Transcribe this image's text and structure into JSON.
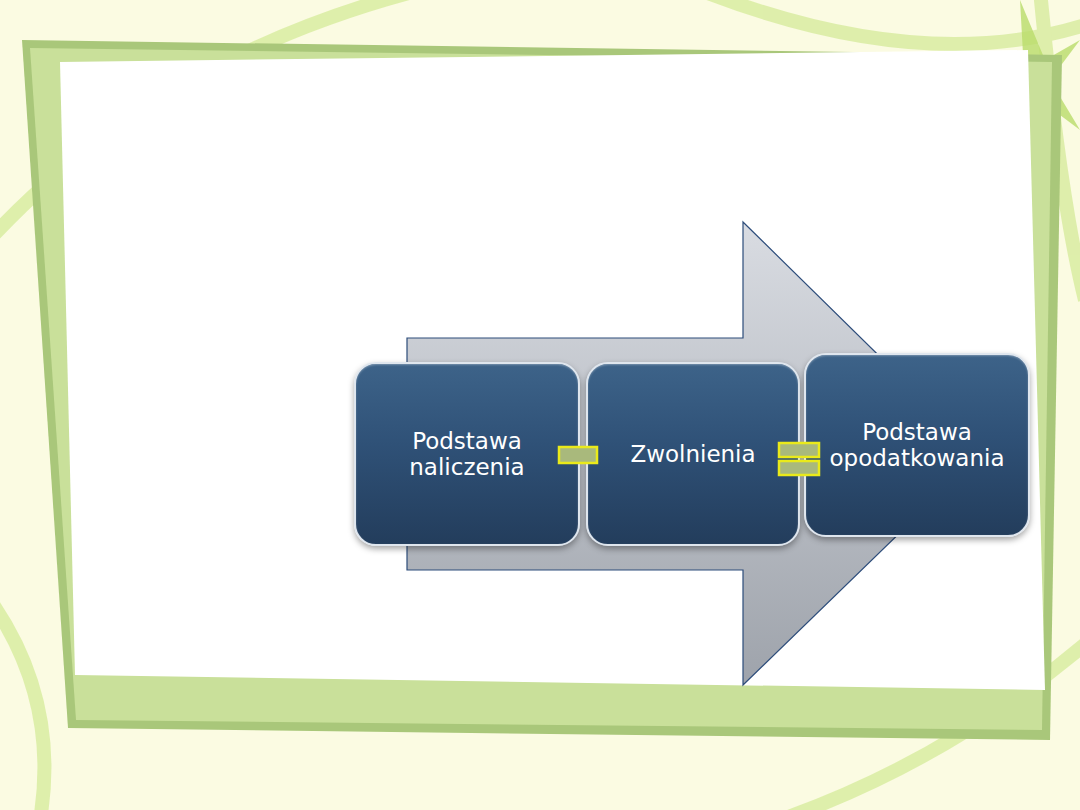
{
  "diagram": {
    "nodes": [
      {
        "text": [
          "Podstawa naliczenia"
        ]
      },
      {
        "text": [
          "Zwolnienia"
        ]
      },
      {
        "text": [
          "Podstawa opodatkowania"
        ]
      }
    ]
  }
}
